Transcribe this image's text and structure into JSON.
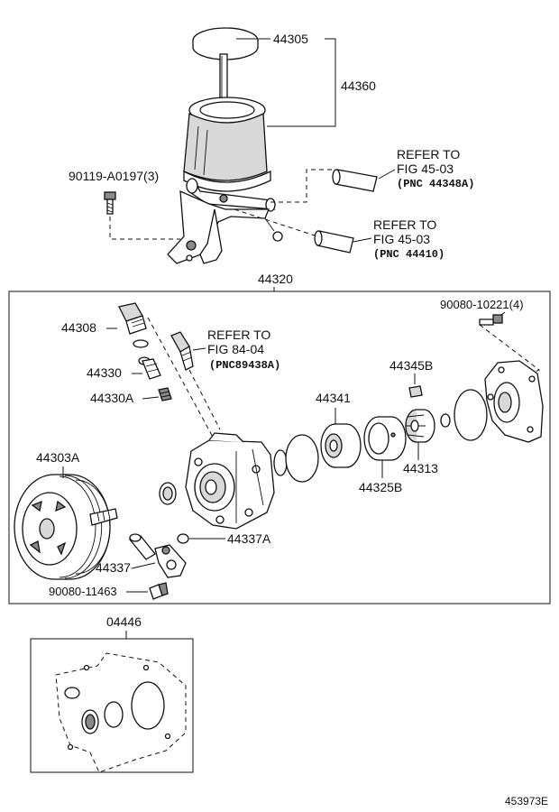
{
  "labels": {
    "p44305": "44305",
    "p44360": "44360",
    "p90119": "90119-A0197(3)",
    "p44320": "44320",
    "p90080_10221": "90080-10221(4)",
    "p44308": "44308",
    "p44330": "44330",
    "p44330A": "44330A",
    "p44303A": "44303A",
    "p44345B": "44345B",
    "p44341": "44341",
    "p44313": "44313",
    "p44325B": "44325B",
    "p44337A": "44337A",
    "p44337": "44337",
    "p90080_11463": "90080-11463",
    "p04446": "04446"
  },
  "refs": {
    "ref1": {
      "line1": "REFER TO",
      "line2": "FIG 45-03",
      "line3": "(PNC 44348A)"
    },
    "ref2": {
      "line1": "REFER TO",
      "line2": "FIG 45-03",
      "line3": "(PNC 44410)"
    },
    "ref3": {
      "line1": "REFER TO",
      "line2": "FIG 84-04",
      "line3": "(PNC89438A)"
    }
  },
  "diagram_id": "453973E"
}
